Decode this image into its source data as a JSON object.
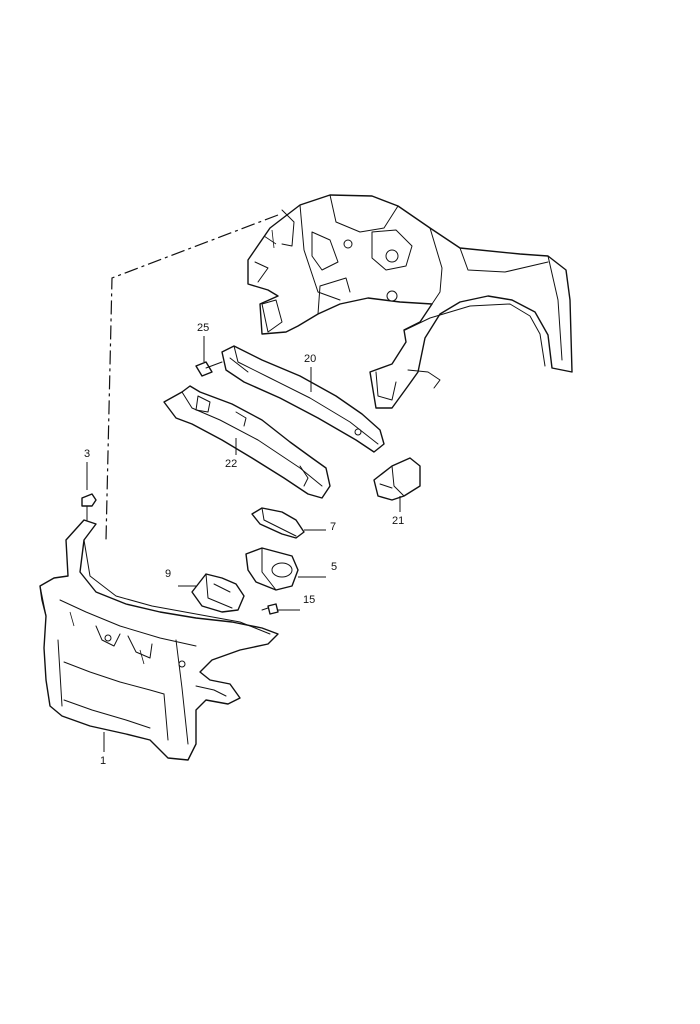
{
  "diagram": {
    "callouts": [
      {
        "id": "p1",
        "label": "1"
      },
      {
        "id": "p3",
        "label": "3"
      },
      {
        "id": "p5",
        "label": "5"
      },
      {
        "id": "p7",
        "label": "7"
      },
      {
        "id": "p9",
        "label": "9"
      },
      {
        "id": "p15",
        "label": "15"
      },
      {
        "id": "p20",
        "label": "20"
      },
      {
        "id": "p21",
        "label": "21"
      },
      {
        "id": "p22",
        "label": "22"
      },
      {
        "id": "p25",
        "label": "25"
      }
    ]
  },
  "colors": {
    "line": "#111111",
    "background": "#ffffff"
  }
}
